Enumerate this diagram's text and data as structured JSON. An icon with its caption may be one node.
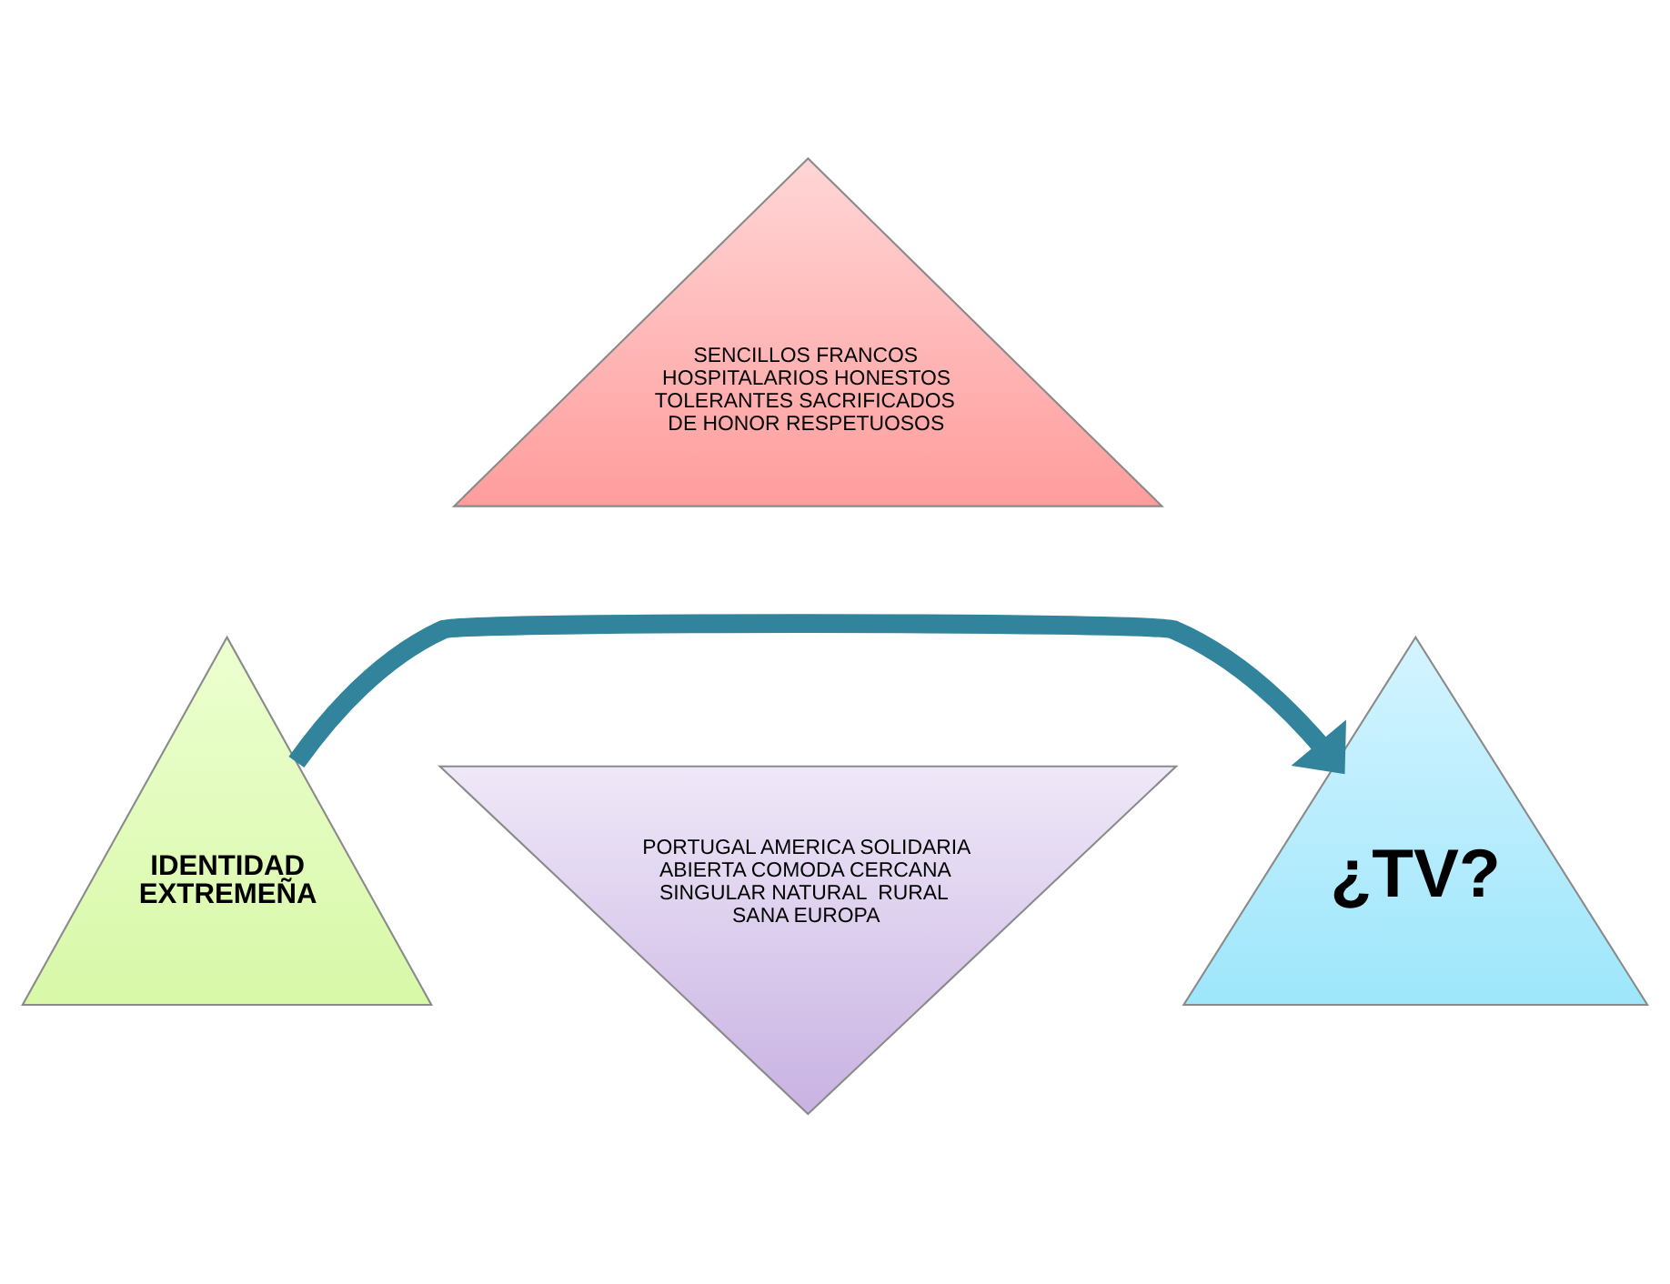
{
  "diagram": {
    "nodes": [
      {
        "text": [
          "SENCILLOS FRANCOS HOSPITALARIOS HONESTOS TOLERANTES SACRIFICADOS DE HONOR RESPETUOSOS"
        ]
      },
      {
        "text": [
          "PORTUGAL AMERICA SOLIDARIA ABIERTA COMODA CERCANA SINGULAR NATURAL  RURAL SANA EUROPA"
        ]
      },
      {
        "text": [
          "IDENTIDAD EXTREMEÑA"
        ]
      },
      {
        "text": [
          "¿TV?"
        ]
      }
    ],
    "edges": [
      {
        "from": 2,
        "to": 3,
        "arrow": "to",
        "color": "#31849b"
      }
    ]
  }
}
